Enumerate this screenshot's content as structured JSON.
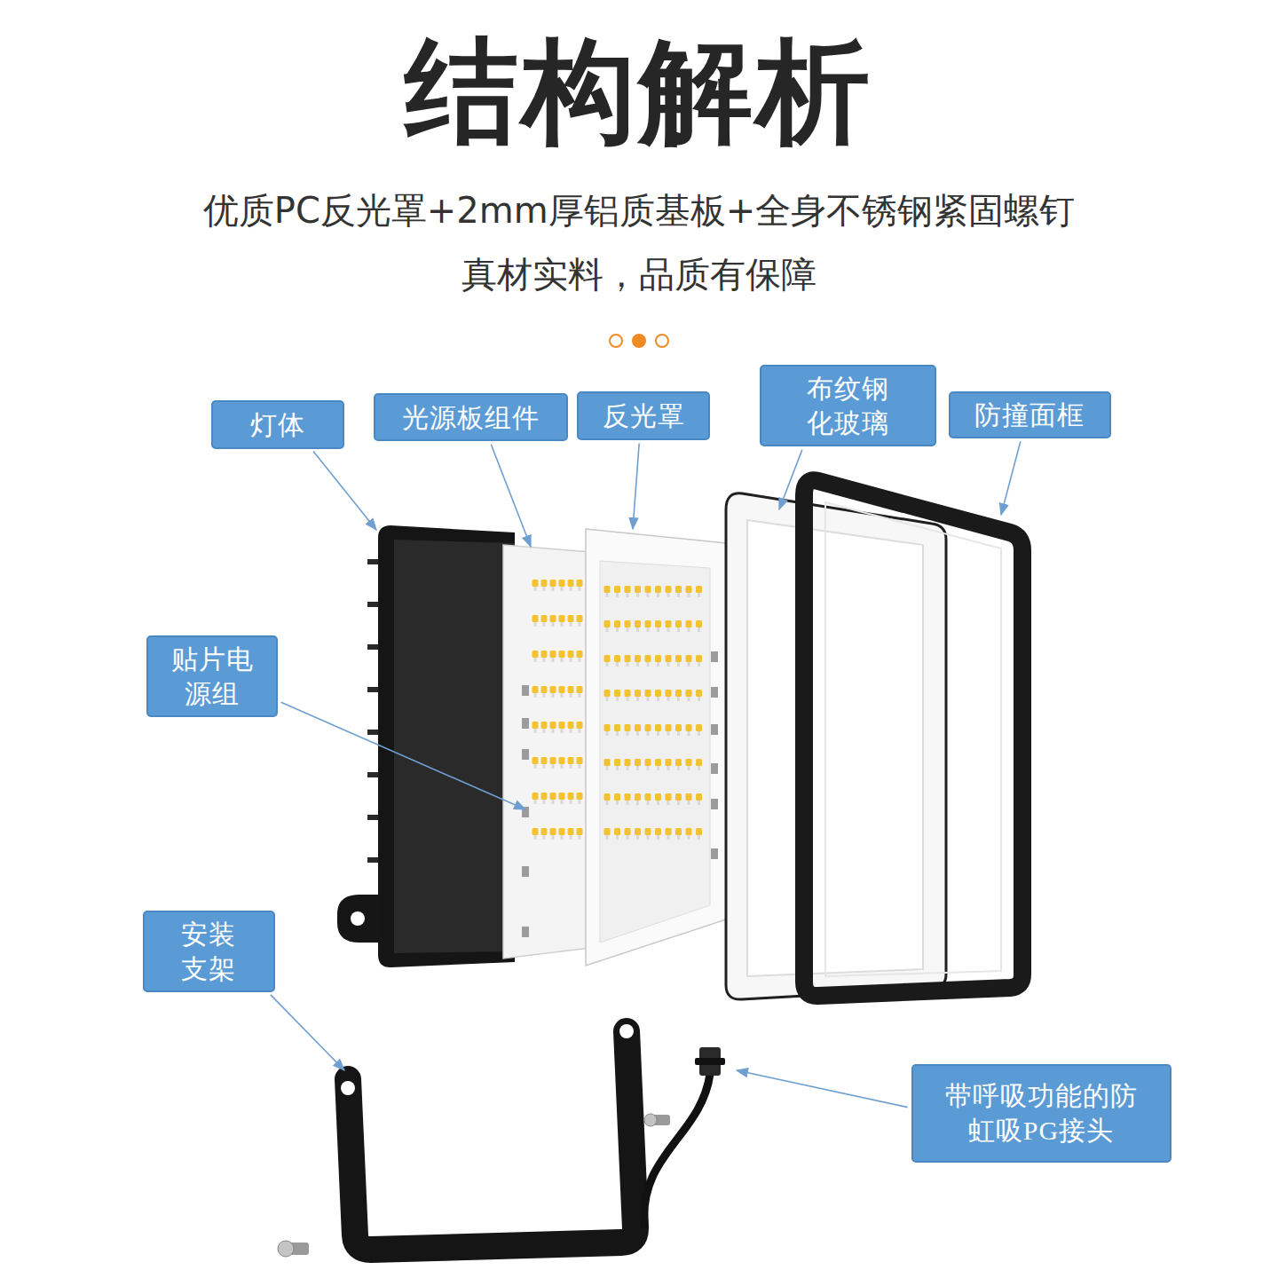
{
  "diagram": {
    "title": "结构解析",
    "nodes": [
      {
        "text": [
          "灯体"
        ]
      },
      {
        "text": [
          "光源板组件"
        ]
      },
      {
        "text": [
          "反光罩"
        ]
      },
      {
        "text": [
          "布纹钢 化玻璃"
        ]
      },
      {
        "text": [
          "防撞面框"
        ]
      },
      {
        "text": [
          "贴片电 源组"
        ]
      },
      {
        "text": [
          "安装 支架"
        ]
      },
      {
        "text": [
          "带呼吸功能的防 虹吸PG接头"
        ]
      }
    ],
    "labels": [
      "优质PC反光罩+2mm厚铝质基板+全身不锈钢紧固螺钉",
      "真材实料，品质有保障"
    ]
  }
}
